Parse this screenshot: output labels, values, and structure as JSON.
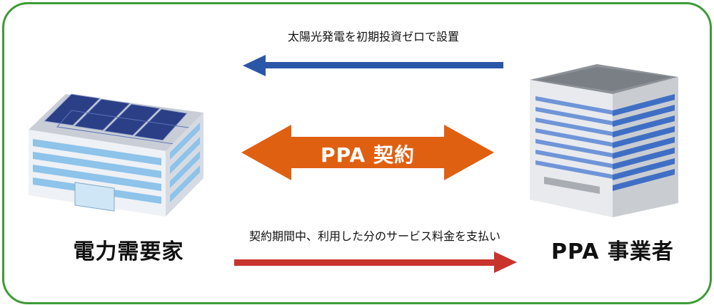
{
  "top_caption": "太陽光発電を初期投資ゼロで設置",
  "contract_label": "PPA 契約",
  "bottom_caption": "契約期間中、利用した分のサービス料金を支払い",
  "left_party": "電力需要家",
  "right_party": "PPA 事業者",
  "colors": {
    "frame": "#3d9b35",
    "top_arrow": "#2a56a8",
    "contract_arrow": "#e06012",
    "bottom_arrow": "#c8342c"
  },
  "icons": [
    "building-with-solar-panels-icon",
    "office-tower-icon"
  ]
}
